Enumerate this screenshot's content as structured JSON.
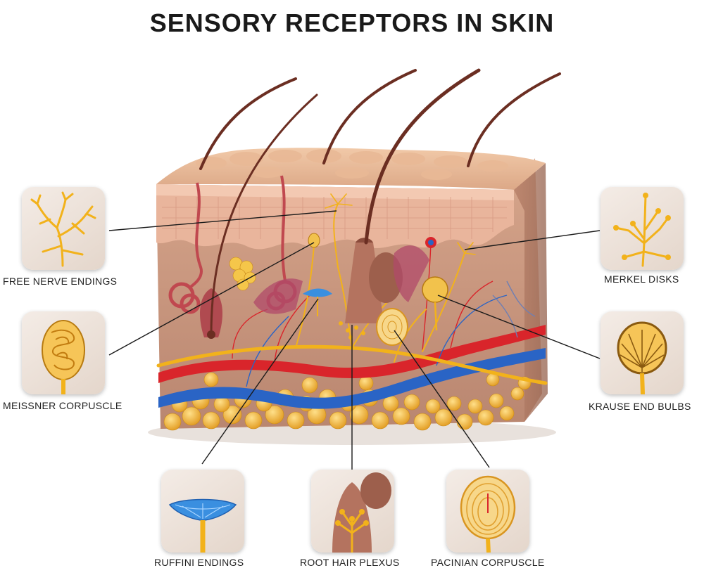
{
  "title": "SENSORY RECEPTORS IN SKIN",
  "receptors": {
    "free_nerve_endings": "FREE NERVE ENDINGS",
    "meissner_corpuscle": "MEISSNER CORPUSCLE",
    "merkel_disks": "MERKEL DISKS",
    "krause_end_bulbs": "KRAUSE END BULBS",
    "ruffini_endings": "RUFFINI ENDINGS",
    "root_hair_plexus": "ROOT HAIR PLEXUS",
    "pacinian_corpuscle": "PACINIAN CORPUSCLE"
  },
  "colors": {
    "epidermis": "#e8b39a",
    "dermis": "#c8977f",
    "nerve": "#f2b21b",
    "artery": "#d9252b",
    "vein": "#2a64c5",
    "fat": "#f0b43a",
    "hair": "#6b2e22"
  }
}
